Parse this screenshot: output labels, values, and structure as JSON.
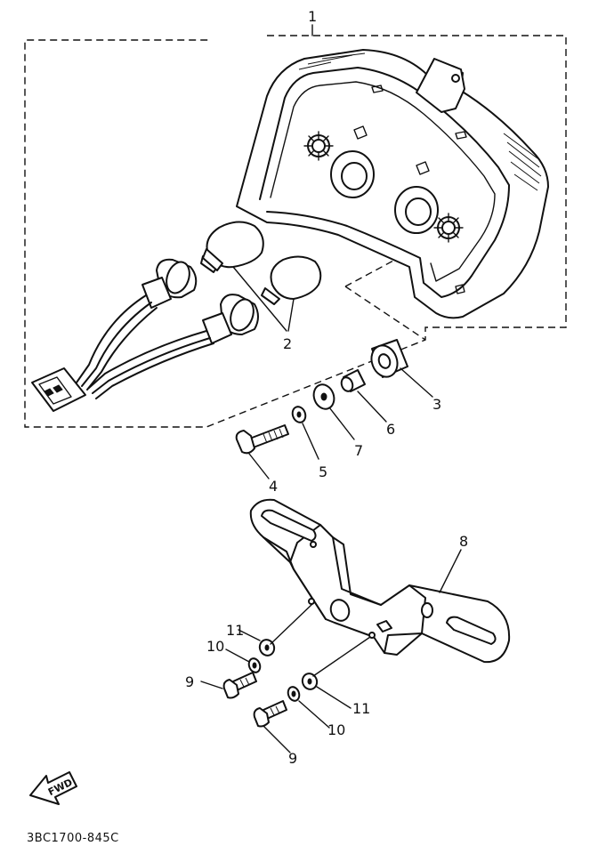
{
  "diagram": {
    "drawing_code": "3BC1700-845C",
    "direction_arrow": {
      "label": "FWD",
      "icon": "forward-arrow-icon"
    },
    "callouts": [
      {
        "id": "c1",
        "number": "1",
        "part": "tail-light-assembly"
      },
      {
        "id": "c2",
        "number": "2",
        "part": "bulb"
      },
      {
        "id": "c3",
        "number": "3",
        "part": "grommet"
      },
      {
        "id": "c4",
        "number": "4",
        "part": "bolt"
      },
      {
        "id": "c5",
        "number": "5",
        "part": "spring-washer"
      },
      {
        "id": "c6",
        "number": "6",
        "part": "collar"
      },
      {
        "id": "c7",
        "number": "7",
        "part": "plate-washer"
      },
      {
        "id": "c8",
        "number": "8",
        "part": "license-plate-bracket"
      },
      {
        "id": "c9a",
        "number": "9",
        "part": "bolt"
      },
      {
        "id": "c9b",
        "number": "9",
        "part": "bolt"
      },
      {
        "id": "c10a",
        "number": "10",
        "part": "spring-washer"
      },
      {
        "id": "c10b",
        "number": "10",
        "part": "spring-washer"
      },
      {
        "id": "c11a",
        "number": "11",
        "part": "plate-washer"
      },
      {
        "id": "c11b",
        "number": "11",
        "part": "plate-washer"
      }
    ]
  }
}
